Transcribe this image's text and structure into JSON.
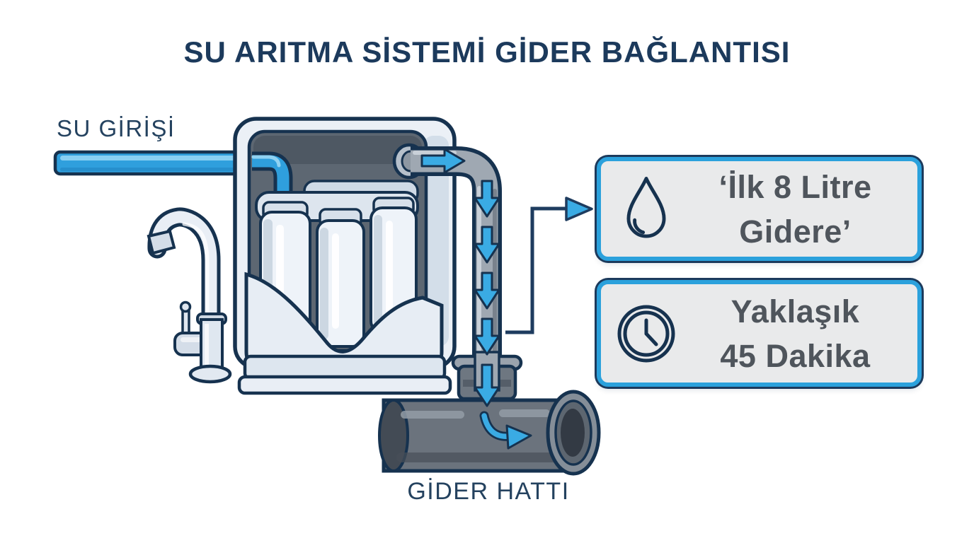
{
  "title": "SU ARITMA SİSTEMİ GİDER BAĞLANTISI",
  "labels": {
    "inlet": "SU GİRİŞİ",
    "drain": "GİDER HATTI"
  },
  "info_boxes": [
    {
      "icon": "water-drop-icon",
      "line1": "‘İlk 8 Litre",
      "line2": "Gidere’"
    },
    {
      "icon": "clock-icon",
      "line1": "Yaklaşık",
      "line2": "45 Dakika"
    }
  ],
  "colors": {
    "title_text": "#1c3a5c",
    "navy_outline": "#16324f",
    "accent_blue_border": "#2ba1dc",
    "arrow_blue": "#3aabe4",
    "inlet_pipe_blue": "#2f9fdd",
    "housing_light": "#ebf0f6",
    "interior_dark": "#5d6772",
    "gray_pipe": "#9fa8b2",
    "drain_pipe": "#6b737d",
    "box_background": "#e9eaeb",
    "box_text": "#4f555c"
  }
}
